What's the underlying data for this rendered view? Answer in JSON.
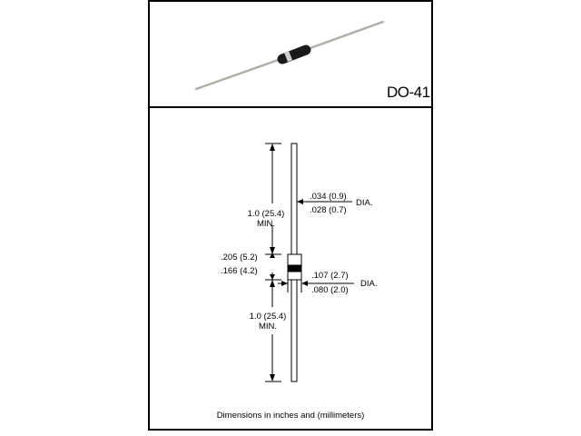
{
  "package_name": "DO-41",
  "dimensions": {
    "lead_length_top": {
      "value": "1.0 (25.4)",
      "note": "MIN."
    },
    "lead_dia_max": ".034 (0.9)",
    "lead_dia_min": ".028 (0.7)",
    "lead_dia_label": "DIA.",
    "body_length_max": ".205 (5.2)",
    "body_length_min": ".166 (4.2)",
    "body_dia_max": ".107 (2.7)",
    "body_dia_min": ".080 (2.0)",
    "body_dia_label": "DIA.",
    "lead_length_bottom": {
      "value": "1.0 (25.4)",
      "note": "MIN."
    }
  },
  "caption": "Dimensions in inches and (millimeters)"
}
